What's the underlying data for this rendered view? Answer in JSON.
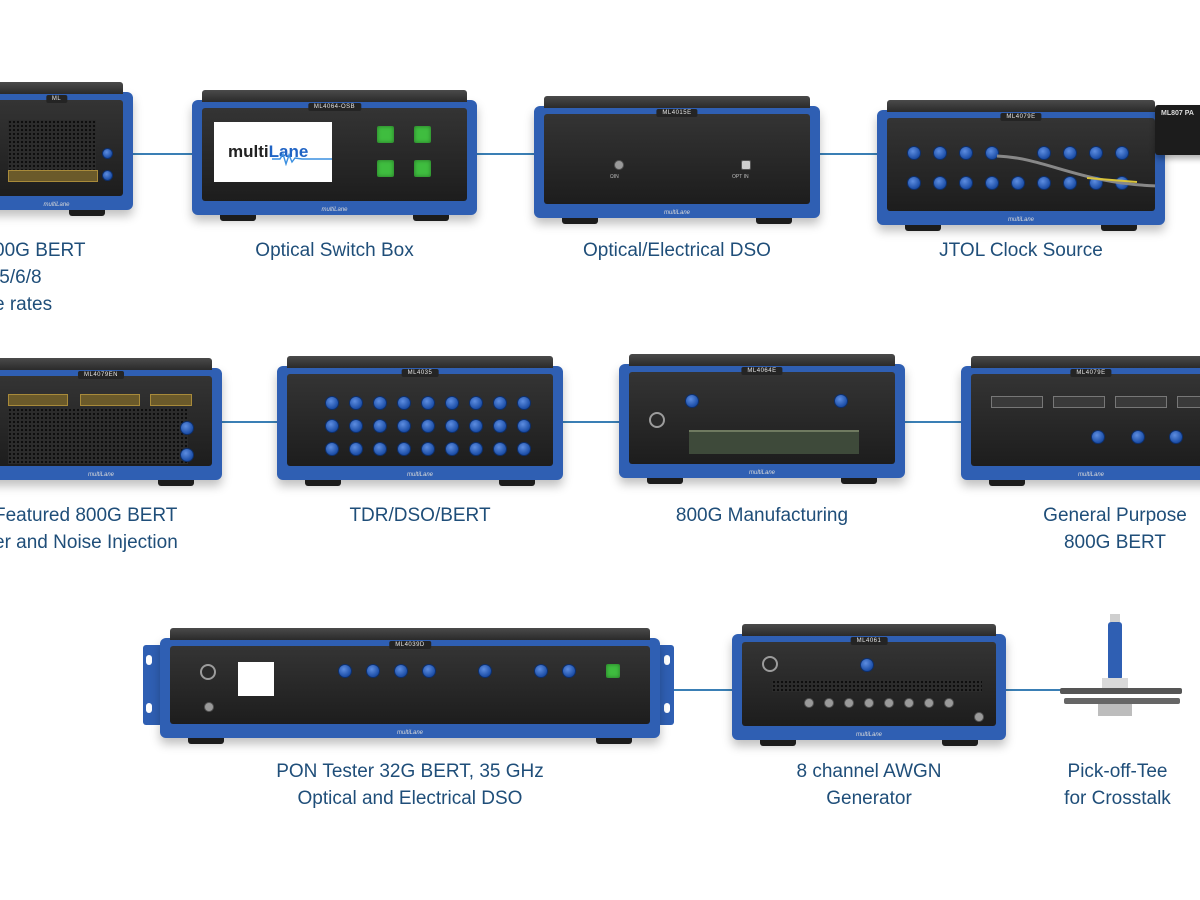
{
  "brand": {
    "logo_main": "multi",
    "logo_accent": "Lane",
    "panel_brand": "multiLane"
  },
  "devices": [
    {
      "id": "bert-800g-left",
      "badge": "ML",
      "caption_lines": [
        "00G BERT",
        "/5/6/8",
        "e rates"
      ]
    },
    {
      "id": "optical-switch-box",
      "badge": "ML4064-OSB",
      "caption_lines": [
        "Optical Switch Box"
      ]
    },
    {
      "id": "optical-electrical-dso",
      "badge": "ML4015E",
      "caption_lines": [
        "Optical/Electrical DSO"
      ]
    },
    {
      "id": "jtol-clock-source",
      "badge": "ML4079E",
      "caption_lines": [
        "JTOL Clock Source"
      ],
      "side_label": "ML807 PA"
    },
    {
      "id": "full-featured-800g-bert",
      "badge": "ML4079EN",
      "caption_lines": [
        "Featured 800G BERT",
        "er and Noise Injection"
      ]
    },
    {
      "id": "tdr-dso-bert",
      "badge": "ML4035",
      "caption_lines": [
        "TDR/DSO/BERT"
      ]
    },
    {
      "id": "manufacturing-800g",
      "badge": "ML4064E",
      "caption_lines": [
        "800G Manufacturing"
      ]
    },
    {
      "id": "general-purpose-800g-bert",
      "badge": "ML4079E",
      "caption_lines": [
        "General Purpose",
        "800G BERT"
      ]
    },
    {
      "id": "pon-tester",
      "badge": "ML4039D",
      "caption_lines": [
        "PON Tester 32G BERT, 35 GHz",
        "Optical and Electrical DSO"
      ]
    },
    {
      "id": "awgn-generator",
      "badge": "ML4061",
      "caption_lines": [
        "8 channel AWGN",
        "Generator"
      ]
    },
    {
      "id": "pick-off-tee",
      "caption_lines": [
        "Pick-off-Tee",
        "for Crosstalk"
      ]
    }
  ],
  "colors": {
    "chassis": "#2f5fb3",
    "connector": "#3a7fb5",
    "caption": "#1f4e79",
    "knob": "#1d4fa8",
    "button": "#3fbd3f"
  }
}
